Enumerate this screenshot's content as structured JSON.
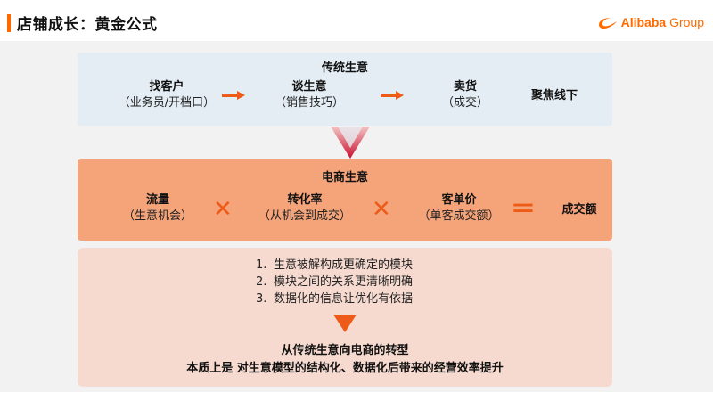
{
  "header": {
    "title": "店铺成长：黄金公式",
    "logo": {
      "brand": "Alibaba",
      "suffix": " Group"
    }
  },
  "traditional": {
    "title": "传统生意",
    "steps": [
      {
        "main": "找客户",
        "sub": "（业务员/开档口）"
      },
      {
        "main": "谈生意",
        "sub": "（销售技巧）"
      },
      {
        "main": "卖货",
        "sub": "（成交）"
      }
    ],
    "focus": "聚焦线下"
  },
  "ecommerce": {
    "title": "电商生意",
    "factors": [
      {
        "main": "流量",
        "sub": "（生意机会）"
      },
      {
        "main": "转化率",
        "sub": "（从机会到成交）"
      },
      {
        "main": "客单价",
        "sub": "（单客成交额）"
      }
    ],
    "multiply": "✕",
    "equals": "＝",
    "result": "成交额"
  },
  "benefits": {
    "items": [
      {
        "num": "1.",
        "text": "生意被解构成更确定的模块"
      },
      {
        "num": "2.",
        "text": "模块之间的关系更清晰明确"
      },
      {
        "num": "3.",
        "text": "数据化的信息让优化有依据"
      }
    ],
    "conclusion_line1": "从传统生意向电商的转型",
    "conclusion_line2": "本质上是 对生意模型的结构化、数据化后带来的经营效率提升"
  },
  "colors": {
    "accent": "#ff6a00",
    "traditional_bg": "#e4edf4",
    "ecommerce_bg": "#f5a47a",
    "benefits_bg": "#f6d9cf",
    "operator": "#ee5a17",
    "funnel": "#c8102e"
  }
}
